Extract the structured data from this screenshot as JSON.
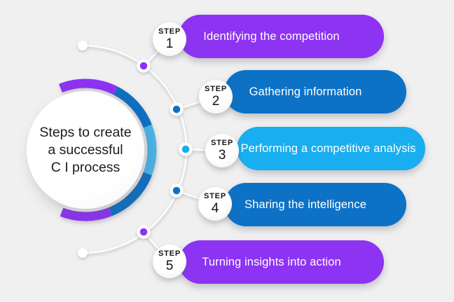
{
  "background_color": "#f0f0f0",
  "center": {
    "title_lines": [
      "Steps to create",
      "a successful",
      "C I process"
    ],
    "ring_colors": {
      "purple": "#8d33f2",
      "blue": "#0e6fc0",
      "cyan": "#4ab4e6"
    }
  },
  "connector": {
    "line_color": "#fbfbfb",
    "dot_ring_color": "#ffffff",
    "end_dot_color": "#ffffff"
  },
  "steps": [
    {
      "badge_label": "STEP",
      "number": "1",
      "label": "Identifying the competition",
      "color": "#8d33f2"
    },
    {
      "badge_label": "STEP",
      "number": "2",
      "label": "Gathering information",
      "color": "#0d72c6"
    },
    {
      "badge_label": "STEP",
      "number": "3",
      "label": "Performing a competitive analysis",
      "color": "#18aef0"
    },
    {
      "badge_label": "STEP",
      "number": "4",
      "label": "Sharing the intelligence",
      "color": "#0d72c6"
    },
    {
      "badge_label": "STEP",
      "number": "5",
      "label": "Turning insights into action",
      "color": "#8d33f2"
    }
  ]
}
